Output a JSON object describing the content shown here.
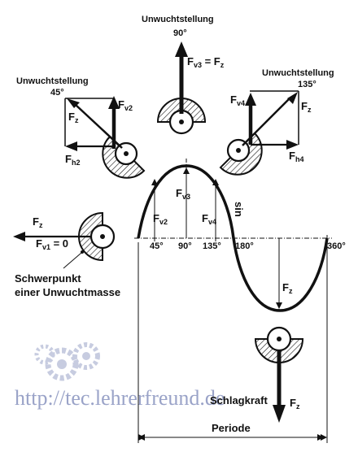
{
  "title_90": "Unwuchtstellung",
  "angle_90": "90°",
  "fv3_eq_fz": "F",
  "fv3_eq_fz_sub": "v3",
  "fv3_eq_fz_mid": " = F",
  "fv3_eq_fz_sub2": "z",
  "title_45": "Unwuchtstellung",
  "angle_45": "45°",
  "title_135": "Unwuchtstellung",
  "angle_135": "135°",
  "fz_left": "F",
  "fz_left_sub": "z",
  "fv2_left": "F",
  "fv2_left_sub": "v2",
  "fh2": "F",
  "fh2_sub": "h2",
  "fv4_right": "F",
  "fv4_right_sub": "v4",
  "fz_right": "F",
  "fz_right_sub": "z",
  "fh4": "F",
  "fh4_sub": "h4",
  "fz_zero": "F",
  "fz_zero_sub": "z",
  "fv1_zero": "F",
  "fv1_zero_sub": "v1",
  "fv1_zero_eq": " = 0",
  "curve_fv3": "F",
  "curve_fv3_sub": "v3",
  "curve_fv2": "F",
  "curve_fv2_sub": "v2",
  "curve_fv4": "F",
  "curve_fv4_sub": "v4",
  "sin_label": "sin",
  "axis_ticks": [
    "45°",
    "90°",
    "135°",
    "180°",
    "360°"
  ],
  "curve_fz": "F",
  "curve_fz_sub": "z",
  "schwerpunkt_line1": "Schwerpunkt",
  "schwerpunkt_line2": "einer Unwuchtmasse",
  "schlagkraft": "Schlagkraft",
  "schlag_fz": "F",
  "schlag_fz_sub": "z",
  "periode": "Periode",
  "watermark": "http://tec.lehrerfreund.de",
  "colors": {
    "ink": "#111111",
    "watermark": "#9aa3c8"
  }
}
